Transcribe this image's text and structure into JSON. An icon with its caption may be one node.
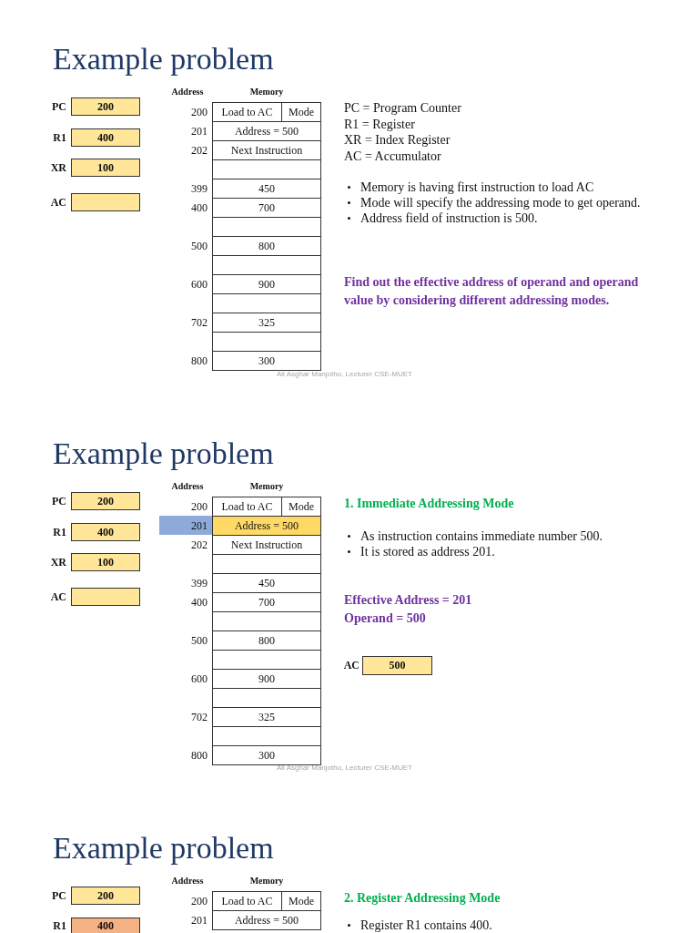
{
  "diagram": {
    "nodes": [
      {
        "text": [
          "200"
        ],
        "beside": [
          "PC"
        ]
      },
      {
        "text": [
          "400"
        ],
        "beside": [
          "R1"
        ]
      },
      {
        "text": [
          "100"
        ],
        "beside": [
          "XR"
        ]
      },
      {
        "text": [],
        "shape": "box",
        "beside": [
          "AC"
        ]
      },
      {
        "text": [
          "Load to AC"
        ],
        "beside": [
          "200"
        ]
      },
      {
        "text": [
          "Mode"
        ]
      },
      {
        "text": [
          "Address = 500"
        ],
        "beside": [
          "201"
        ]
      },
      {
        "text": [
          "Next Instruction"
        ],
        "beside": [
          "202"
        ]
      },
      {
        "text": [],
        "shape": "box"
      },
      {
        "text": [
          "450"
        ],
        "beside": [
          "399"
        ]
      },
      {
        "text": [
          "700"
        ],
        "beside": [
          "400"
        ]
      },
      {
        "text": [],
        "shape": "box"
      },
      {
        "text": [
          "800"
        ],
        "beside": [
          "500"
        ]
      },
      {
        "text": [],
        "shape": "box"
      },
      {
        "text": [
          "900"
        ],
        "beside": [
          "600"
        ]
      },
      {
        "text": [],
        "shape": "box"
      },
      {
        "text": [
          "325"
        ],
        "beside": [
          "702"
        ]
      },
      {
        "text": [],
        "shape": "box"
      },
      {
        "text": [
          "300"
        ],
        "beside": [
          "800"
        ]
      },
      {
        "text": [
          "200"
        ],
        "beside": [
          "PC"
        ]
      },
      {
        "text": [
          "400"
        ],
        "beside": [
          "R1"
        ]
      },
      {
        "text": [
          "100"
        ],
        "beside": [
          "XR"
        ]
      },
      {
        "text": [],
        "shape": "box",
        "beside": [
          "AC"
        ]
      },
      {
        "text": [
          "Load to AC"
        ],
        "beside": [
          "200"
        ]
      },
      {
        "text": [
          "Mode"
        ]
      },
      {
        "text": [
          "Address = 500"
        ],
        "beside": [
          "201"
        ]
      },
      {
        "text": [
          "Next Instruction"
        ],
        "beside": [
          "202"
        ]
      },
      {
        "text": [],
        "shape": "box"
      },
      {
        "text": [
          "450"
        ],
        "beside": [
          "399"
        ]
      },
      {
        "text": [
          "700"
        ],
        "beside": [
          "400"
        ]
      },
      {
        "text": [],
        "shape": "box"
      },
      {
        "text": [
          "800"
        ],
        "beside": [
          "500"
        ]
      },
      {
        "text": [],
        "shape": "box"
      },
      {
        "text": [
          "900"
        ],
        "beside": [
          "600"
        ]
      },
      {
        "text": [],
        "shape": "box"
      },
      {
        "text": [
          "325"
        ],
        "beside": [
          "702"
        ]
      },
      {
        "text": [],
        "shape": "box"
      },
      {
        "text": [
          "300"
        ],
        "beside": [
          "800"
        ]
      },
      {
        "text": [
          "500"
        ],
        "beside": [
          "AC"
        ]
      },
      {
        "text": [
          "200"
        ],
        "beside": [
          "PC"
        ]
      },
      {
        "text": [
          "400"
        ],
        "beside": [
          "R1"
        ]
      },
      {
        "text": [
          "Load to AC"
        ],
        "beside": [
          "200"
        ]
      },
      {
        "text": [
          "Mode"
        ]
      },
      {
        "text": [
          "Address = 500"
        ],
        "beside": [
          "201"
        ]
      }
    ],
    "labels": [
      "Example problem",
      "Address",
      "Memory",
      "PC = Program Counter",
      "R1 = Register",
      "XR = Index Register",
      "AC = Accumulator",
      "Memory is having first instruction to load AC",
      "Mode will specify the addressing mode to get operand.",
      "Address field of instruction is 500.",
      "Find out the effective address of operand and operand value by considering different addressing modes.",
      "Ali Asghar Manjotho, Lecturer CSE-MUET",
      "Example problem",
      "Address",
      "Memory",
      "1. Immediate Addressing Mode",
      "As instruction contains immediate number 500.",
      "It is stored as address 201.",
      "Effective Address = 201",
      "Operand = 500",
      "Ali Asghar Manjotho, Lecturer CSE-MUET",
      "Example problem",
      "Address",
      "Memory",
      "2. Register Addressing Mode",
      "Register R1 contains 400."
    ]
  }
}
